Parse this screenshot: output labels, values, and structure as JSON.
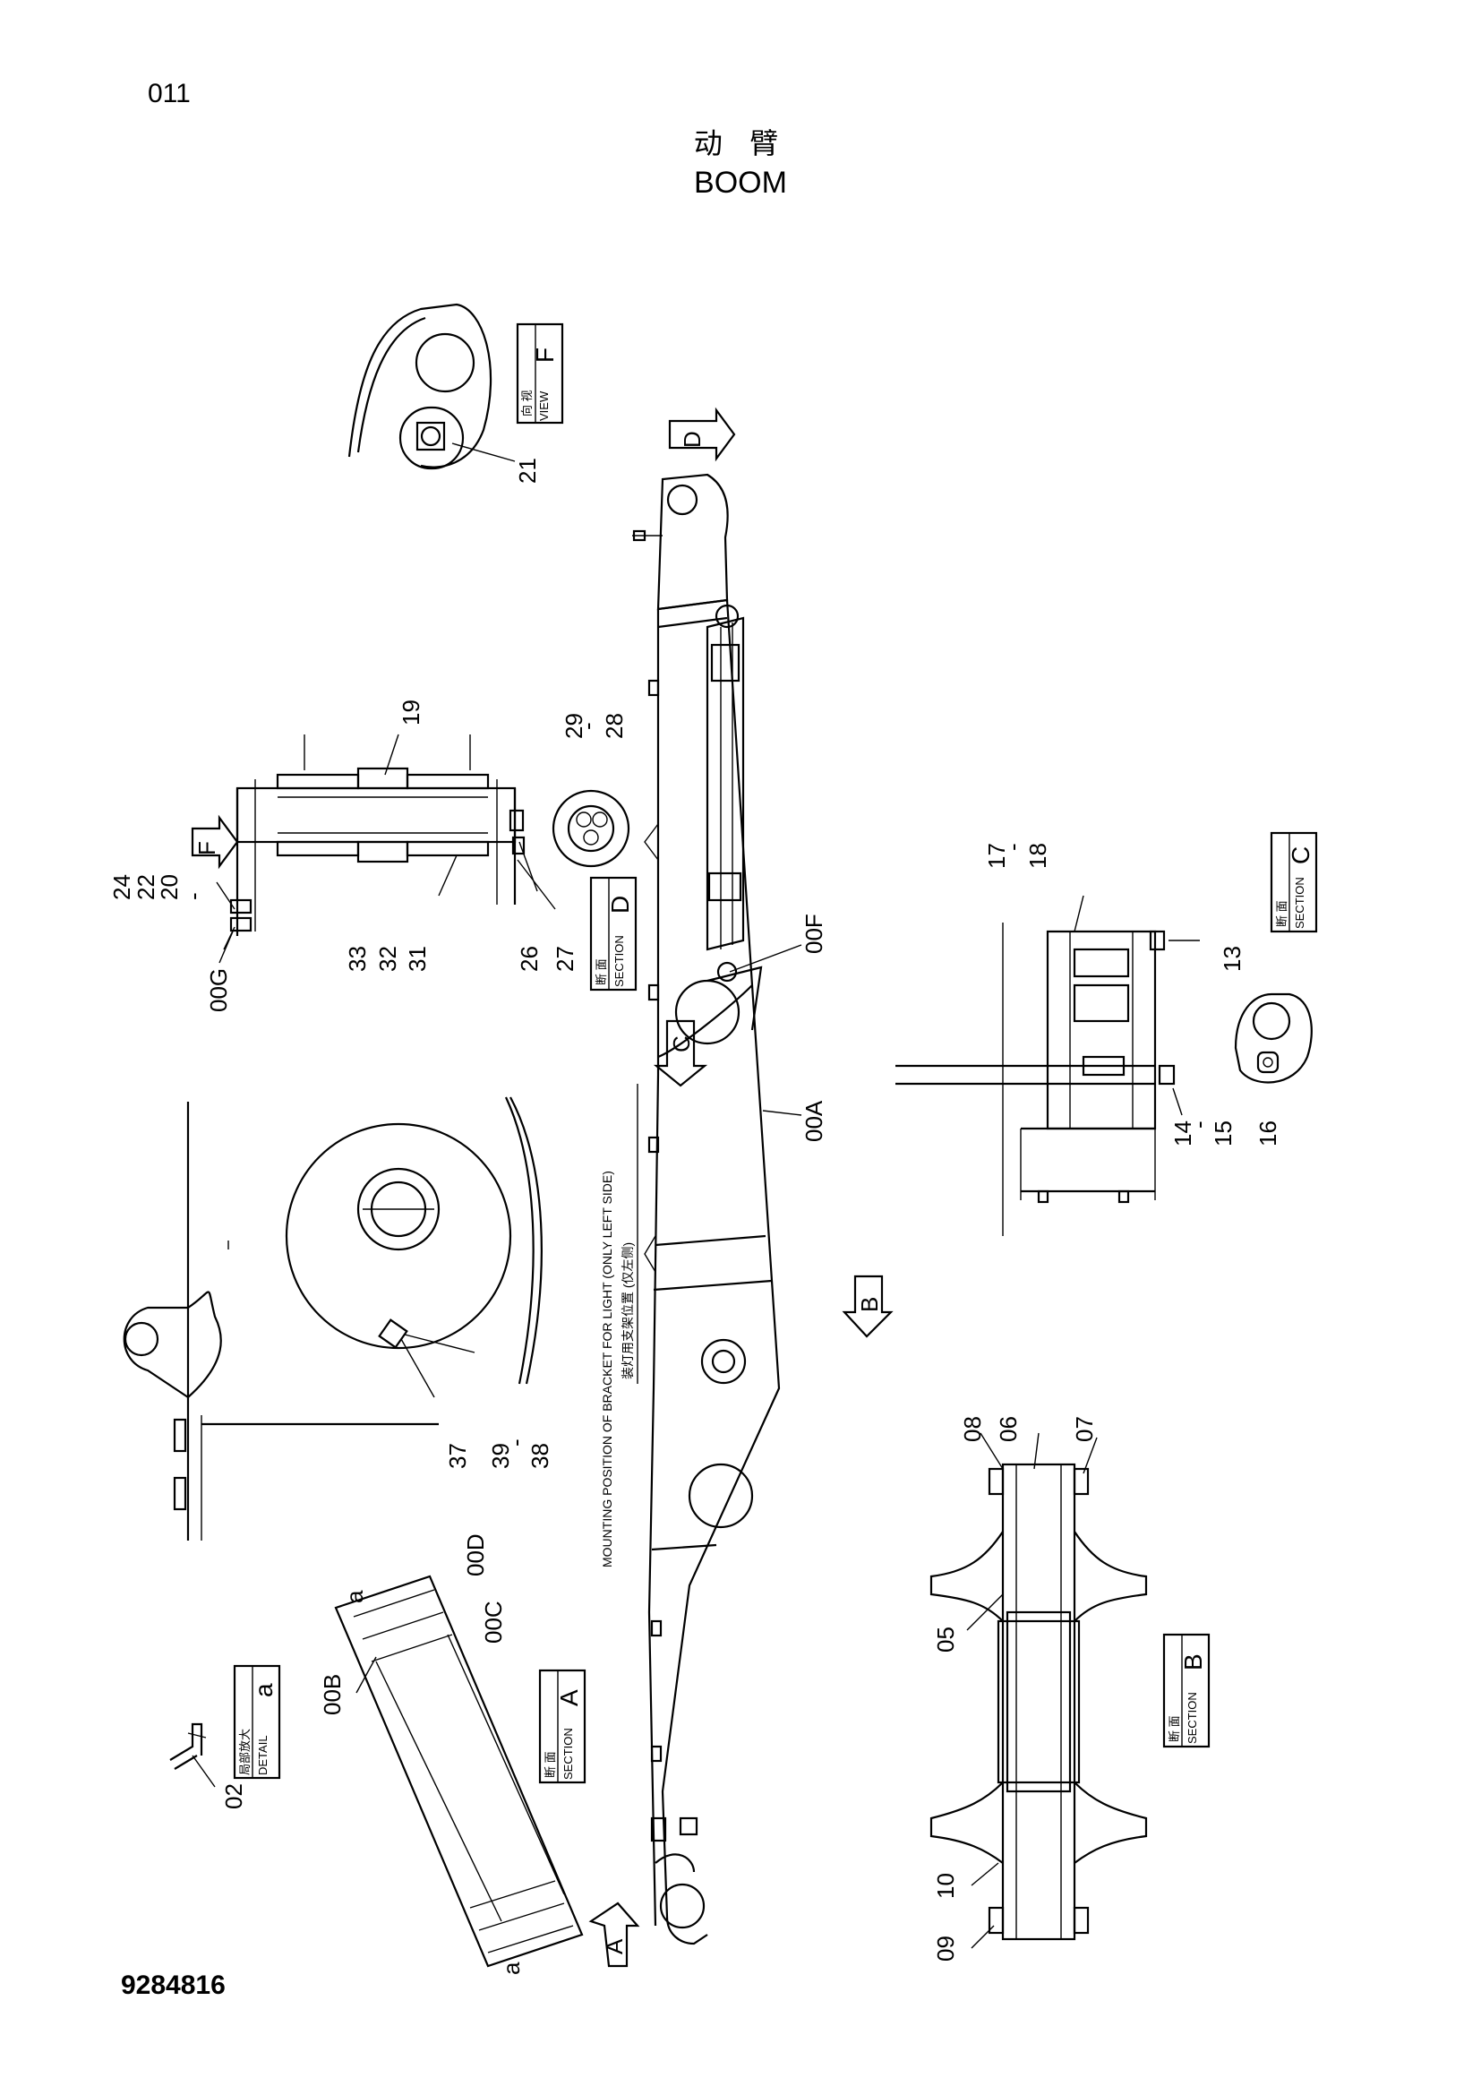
{
  "header": {
    "page_number": "011",
    "title_cn": "动 臂",
    "title_en": "BOOM"
  },
  "footer": {
    "doc_number": "9284816"
  },
  "views": {
    "view_f": {
      "cn": "向 视",
      "en": "VIEW",
      "letter": "F"
    },
    "section_d": {
      "cn": "断 面",
      "en": "SECTION",
      "letter": "D"
    },
    "section_c": {
      "cn": "断 面",
      "en": "SECTION",
      "letter": "C"
    },
    "section_b": {
      "cn": "断 面",
      "en": "SECTION",
      "letter": "B"
    },
    "section_a": {
      "cn": "断 面",
      "en": "SECTION",
      "letter": "A"
    },
    "detail_a": {
      "cn": "局部放大",
      "en": "DETAIL",
      "letter": "a"
    }
  },
  "arrows": {
    "d": "D",
    "c": "C",
    "b": "B",
    "a": "A",
    "f": "F"
  },
  "notes": {
    "mounting_en": "MOUNTING POSITION OF BRACKET FOR LIGHT (ONLY LEFT SIDE)",
    "mounting_cn": "装灯用支架位置 (仅左侧)"
  },
  "callouts": {
    "p21": "21",
    "p19": "19",
    "p29": "29",
    "p28": "28",
    "p24": "24",
    "p22": "22",
    "p20": "20",
    "p00G": "00G",
    "p33": "33",
    "p32": "32",
    "p31": "31",
    "p26": "26",
    "p27": "27",
    "p00F": "00F",
    "p00A": "00A",
    "p17": "17",
    "p18": "18",
    "p13": "13",
    "p14": "14",
    "p15": "15",
    "p16": "16",
    "p37": "37",
    "p39": "39",
    "p38": "38",
    "p08": "08",
    "p06": "06",
    "p07": "07",
    "p05": "05",
    "p10": "10",
    "p09": "09",
    "p00D": "00D",
    "p00C": "00C",
    "p00B": "00B",
    "p02": "02",
    "pa1": "a",
    "pa2": "a",
    "dash": "-"
  }
}
